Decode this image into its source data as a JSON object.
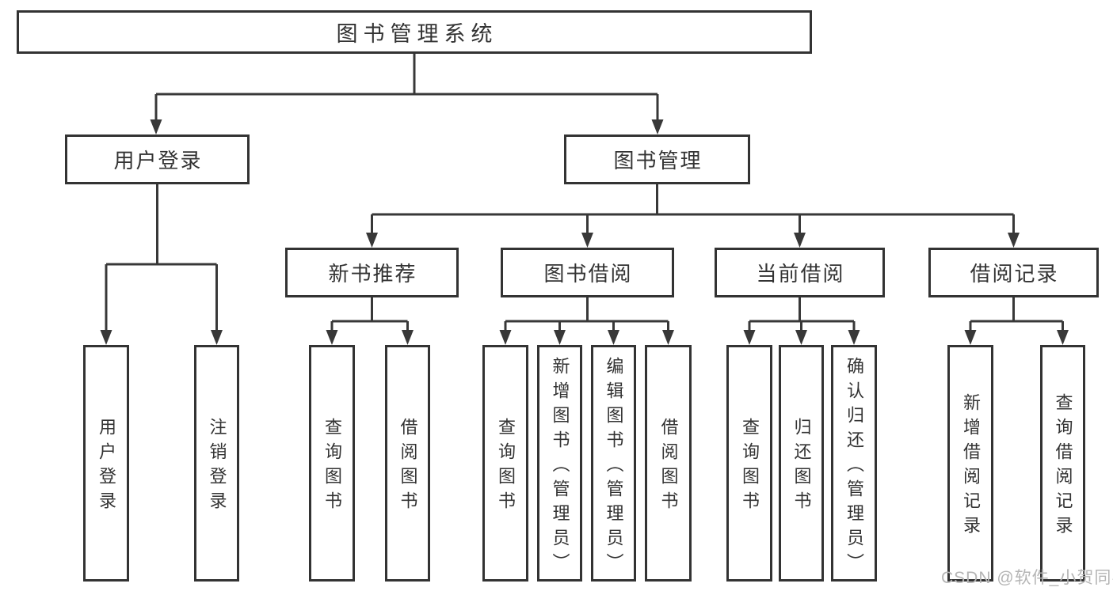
{
  "diagram": {
    "root": {
      "label": "图书管理系统"
    },
    "level2": [
      {
        "label": "用户登录"
      },
      {
        "label": "图书管理"
      }
    ],
    "level3": [
      {
        "label": "新书推荐",
        "parent": "图书管理"
      },
      {
        "label": "图书借阅",
        "parent": "图书管理"
      },
      {
        "label": "当前借阅",
        "parent": "图书管理"
      },
      {
        "label": "借阅记录",
        "parent": "图书管理"
      }
    ],
    "leaves": [
      {
        "label": "用户登录",
        "parent": "用户登录"
      },
      {
        "label": "注销登录",
        "parent": "用户登录"
      },
      {
        "label": "查询图书",
        "parent": "新书推荐"
      },
      {
        "label": "借阅图书",
        "parent": "新书推荐"
      },
      {
        "label": "查询图书",
        "parent": "图书借阅"
      },
      {
        "label": "新增图书（管理员）",
        "parent": "图书借阅"
      },
      {
        "label": "编辑图书（管理员）",
        "parent": "图书借阅"
      },
      {
        "label": "借阅图书",
        "parent": "图书借阅"
      },
      {
        "label": "查询图书",
        "parent": "当前借阅"
      },
      {
        "label": "归还图书",
        "parent": "当前借阅"
      },
      {
        "label": "确认归还（管理员）",
        "parent": "当前借阅"
      },
      {
        "label": "新增借阅记录",
        "parent": "借阅记录"
      },
      {
        "label": "查询借阅记录",
        "parent": "借阅记录"
      }
    ]
  },
  "watermark": {
    "text": "CSDN @软件_小贺同学"
  },
  "colors": {
    "border": "#333333",
    "line": "#383838",
    "text": "#333333",
    "watermark": "#b5b5b5",
    "background": "#ffffff"
  }
}
